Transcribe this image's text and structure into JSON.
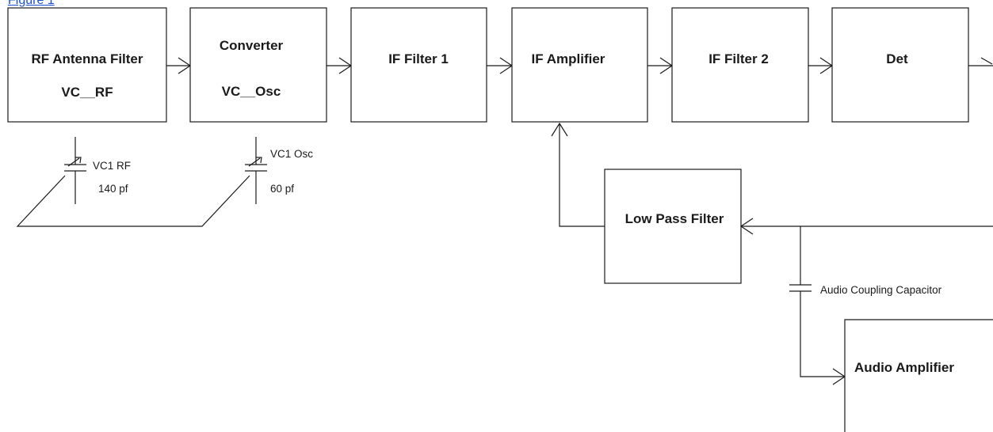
{
  "link": {
    "text": "Figure 1"
  },
  "blocks": {
    "rf_filter": {
      "line1": "RF Antenna Filter",
      "line2": "VC__RF"
    },
    "converter": {
      "line1": "Converter",
      "line2": "VC__Osc"
    },
    "if_filter_1": {
      "label": "IF Filter 1"
    },
    "if_amplifier": {
      "label": "IF Amplifier"
    },
    "if_filter_2": {
      "label": "IF Filter 2"
    },
    "detector": {
      "label": "Det"
    },
    "low_pass_filter": {
      "label": "Low Pass Filter"
    },
    "audio_amplifier": {
      "label": "Audio Amplifier"
    }
  },
  "components": {
    "vc1_rf": {
      "name": "VC1 RF",
      "value": "140 pf"
    },
    "vc1_osc": {
      "name": "VC1 Osc",
      "value": "60 pf"
    },
    "coupling_capacitor": {
      "name": "Audio Coupling Capacitor"
    }
  }
}
